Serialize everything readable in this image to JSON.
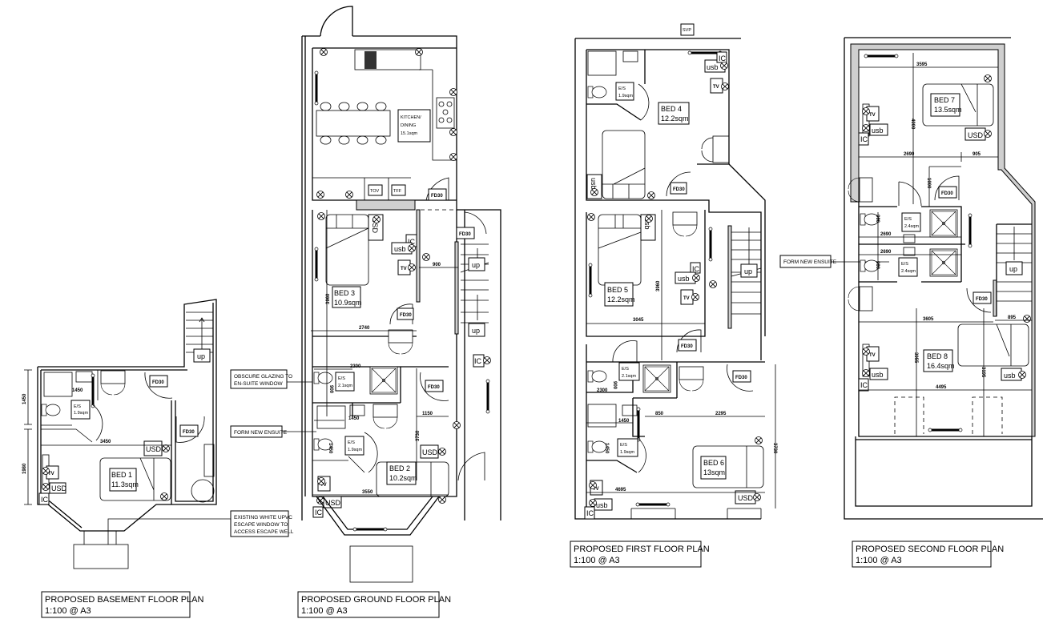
{
  "symbols": {
    "fd30": "FD30",
    "usd": "USD",
    "usb": "usb",
    "ic": "IC",
    "tv": "TV",
    "up": "up",
    "svp": "SVP",
    "tov": "TOV",
    "tff": "TFF",
    "es": "E/S"
  },
  "notes": {
    "obscure_line1": "OBSCURE GLAZING TO",
    "obscure_line2": "EN-SUITE WINDOW",
    "form_ensuite": "FORM NEW ENSUITE",
    "escape_line1": "EXISTING WHITE UPVC",
    "escape_line2": "ESCAPE WINDOW TO",
    "escape_line3": "ACCESS ESCAPE WELL"
  },
  "basement": {
    "title": "PROPOSED BASEMENT FLOOR PLAN",
    "scale": "1:100 @ A3",
    "bed1": {
      "name": "BED 1",
      "area": "11.3sqm"
    },
    "es": {
      "area": "1.9sqm"
    },
    "dims": {
      "a": "1450",
      "b": "3450",
      "c": "1450",
      "d": "1980"
    }
  },
  "ground": {
    "title": "PROPOSED GROUND FLOOR PLAN",
    "scale": "1:100 @ A3",
    "kitchen": {
      "line1": "KITCHEN/",
      "line2": "DINING",
      "area": "15.1sqm"
    },
    "bed3": {
      "name": "BED 3",
      "area": "10.9sqm"
    },
    "bed2": {
      "name": "BED 2",
      "area": "10.2sqm"
    },
    "es1": {
      "area": "2.1sqm"
    },
    "es2": {
      "area": "1.9sqm"
    },
    "dims": {
      "d900": "900",
      "d2740": "2740",
      "d3960": "3960",
      "d2300": "2300",
      "d900b": "900",
      "d1450": "1450",
      "d1450v": "1450",
      "d1150": "1150",
      "d3730": "3730",
      "d3550": "3550"
    }
  },
  "first": {
    "title": "PROPOSED FIRST FLOOR PLAN",
    "scale": "1:100 @ A3",
    "bed4": {
      "name": "BED 4",
      "area": "12.2sqm"
    },
    "bed5": {
      "name": "BED 5",
      "area": "12.2sqm"
    },
    "bed6": {
      "name": "BED 6",
      "area": "13sqm"
    },
    "es4": {
      "area": "1.9sqm"
    },
    "es1": {
      "area": "2.1sqm"
    },
    "es2": {
      "area": "1.9sqm"
    },
    "dims": {
      "d3045": "3045",
      "d3960": "3960",
      "d2300": "2300",
      "d900": "900",
      "d1450": "1450",
      "d1450v": "1450",
      "d850": "850",
      "d2295": "2295",
      "d4695": "4695",
      "d3730": "3730"
    }
  },
  "second": {
    "title": "PROPOSED SECOND FLOOR PLAN",
    "scale": "1:100 @ A3",
    "bed7": {
      "name": "BED 7",
      "area": "13.5sqm"
    },
    "bed8": {
      "name": "BED 8",
      "area": "16.4sqm"
    },
    "es1": {
      "area": "2.4sqm"
    },
    "es2": {
      "area": "2.4sqm"
    },
    "dims": {
      "d3595": "3595",
      "d4000": "4000",
      "d2690": "2690",
      "d905": "905",
      "d1000": "1000",
      "d2690b": "2690",
      "d2690c": "2690",
      "d900a": "900",
      "d900b": "900",
      "d3605": "3605",
      "d895": "895",
      "d3955": "3955",
      "d3195": "3195",
      "d4495": "4495"
    }
  }
}
